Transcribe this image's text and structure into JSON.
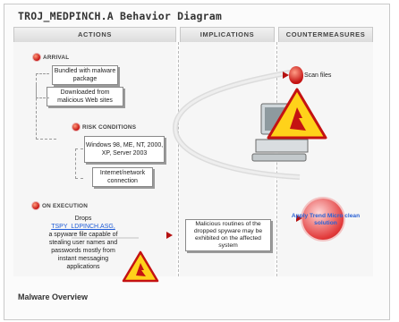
{
  "title": "TROJ_MEDPINCH.A Behavior Diagram",
  "columns": {
    "actions": "ACTIONS",
    "implications": "IMPLICATIONS",
    "countermeasures": "COUNTERMEASURES"
  },
  "arrival": {
    "label": "ARRIVAL",
    "boxes": [
      "Bundled with malware package",
      "Downloaded from malicious Web sites"
    ]
  },
  "risk": {
    "label": "RISK CONDITIONS",
    "boxes": [
      "Windows 98, ME, NT, 2000, XP, Server 2003",
      "Internet/network connection"
    ]
  },
  "execution": {
    "label": "ON EXECUTION",
    "drops_label": "Drops",
    "drops_file": "TSPY_LDPINCH.ASG,",
    "drops_desc": "a spyware file capable of stealing user names and passwords mostly from instant messaging applications"
  },
  "implication_text": "Malicious routines of the dropped spyware may be exhibited on the affected system",
  "countermeasures": {
    "scan": "Scan files",
    "apply": "Apply Trend Micro clean solution"
  },
  "footer": "Malware Overview",
  "colors": {
    "accent": "#c41212",
    "link": "#1e5bd6",
    "warning": "#ffd21a"
  },
  "icons": [
    "bullet-icon",
    "arrow-icon",
    "warning-sign-icon",
    "computer-icon",
    "trend-micro-logo-icon",
    "scan-icon"
  ]
}
